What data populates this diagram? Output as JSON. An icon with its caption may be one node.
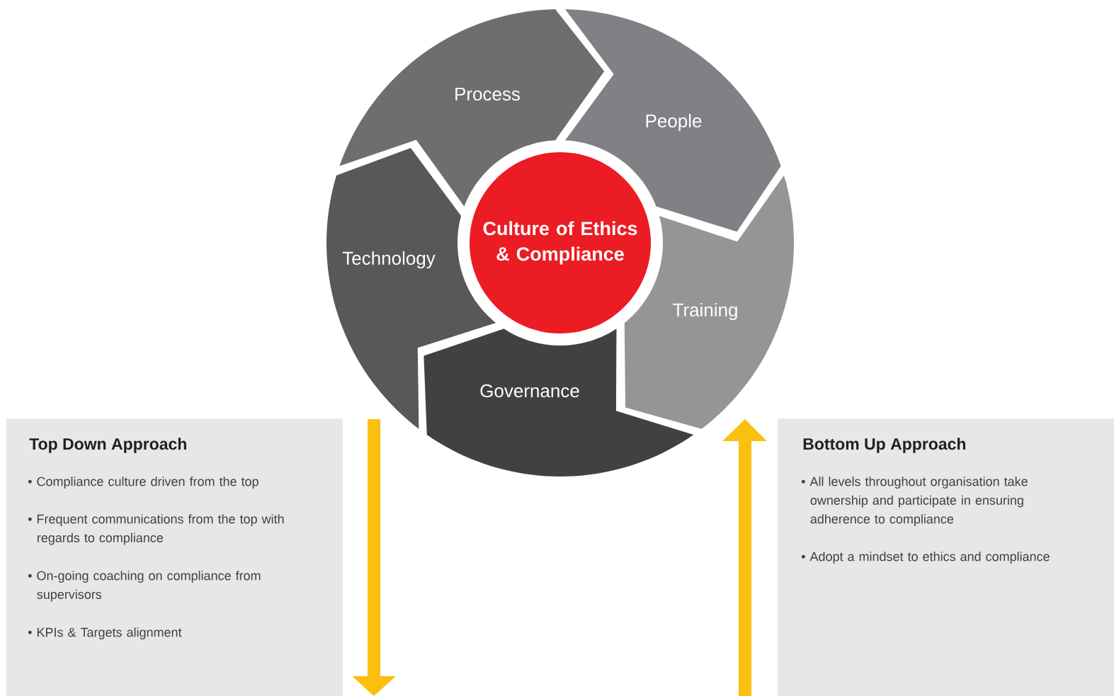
{
  "diagram": {
    "nodes": [
      {
        "text": [
          "Process"
        ]
      },
      {
        "text": [
          "People"
        ]
      },
      {
        "text": [
          "Training"
        ]
      },
      {
        "text": [
          "Governance"
        ]
      },
      {
        "text": [
          "Technology"
        ]
      },
      {
        "text": [
          "Culture of Ethics & Compliance"
        ]
      },
      {
        "text": [
          "Top Down Approach",
          "• Compliance culture driven from the top",
          "• Frequent communications from the top with regards to compliance",
          "• On-going coaching on compliance from supervisors",
          "• KPIs & Targets alignment"
        ]
      },
      {
        "text": [
          "Bottom Up Approach",
          "• All levels throughout organisation take ownership and participate in ensuring adherence to compliance",
          "• Adopt a mindset to ethics and compliance"
        ]
      }
    ]
  }
}
